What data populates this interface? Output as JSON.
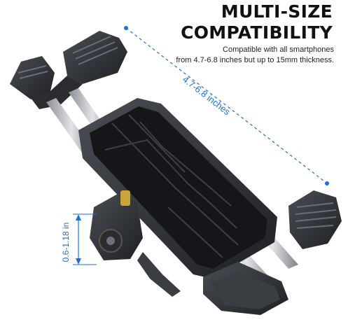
{
  "headline": {
    "line1": "MULTI-SIZE",
    "line2": "COMPATIBILITY"
  },
  "subcopy": {
    "line1": "Compatible with all smartphones",
    "line2": "from 4.7-6.8 inches but up to 15mm thickness."
  },
  "dimensions": {
    "phone_range": "4.7-6.8 inches",
    "bar_range": "0.6-1.18 in"
  },
  "colors": {
    "accent": "#1f6fd6",
    "product": "#2b2d31"
  }
}
